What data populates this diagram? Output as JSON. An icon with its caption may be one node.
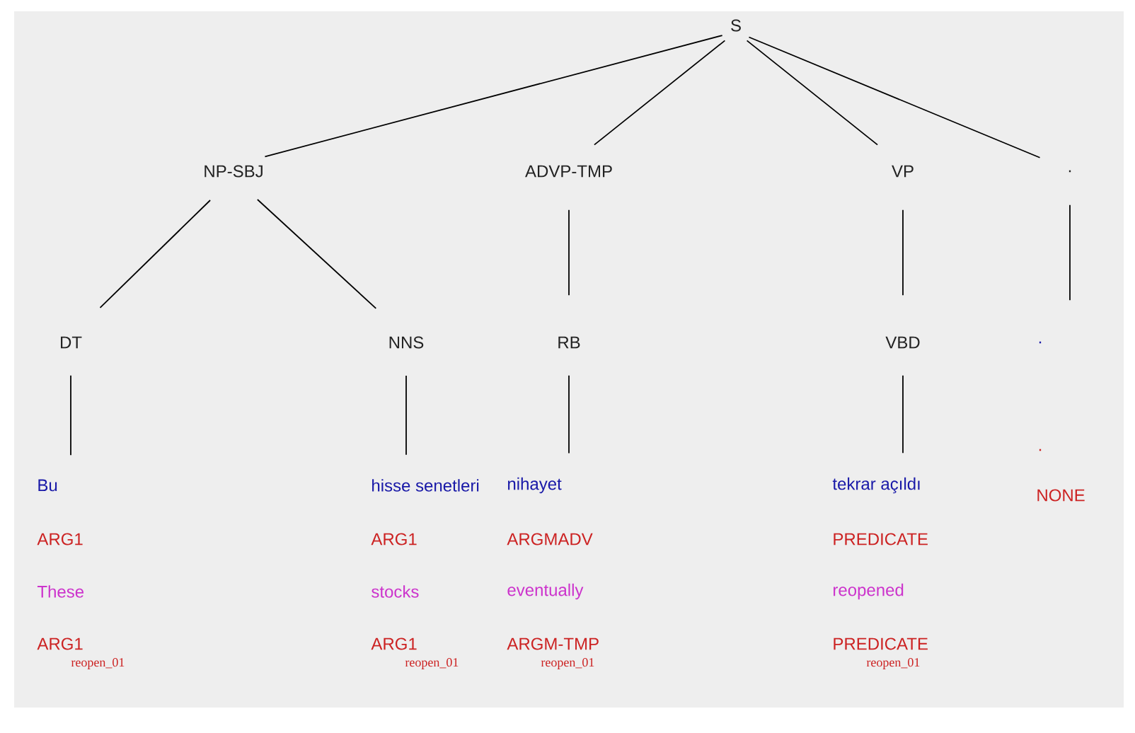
{
  "diagram": {
    "nodes": [
      {
        "text": [
          "S"
        ]
      },
      {
        "text": [
          "NP-SBJ"
        ]
      },
      {
        "text": [
          "ADVP-TMP"
        ]
      },
      {
        "text": [
          "VP"
        ]
      },
      {
        "text": [
          "."
        ]
      },
      {
        "text": [
          "DT"
        ]
      },
      {
        "text": [
          "NNS"
        ]
      },
      {
        "text": [
          "RB"
        ]
      },
      {
        "text": [
          "VBD"
        ]
      },
      {
        "text": [
          "."
        ],
        "beside": [
          ".",
          "NONE"
        ]
      },
      {
        "text": [
          "Bu"
        ],
        "beside": [
          "ARG1",
          "These",
          "ARG1",
          "reopen_01"
        ]
      },
      {
        "text": [
          "hisse senetleri"
        ],
        "beside": [
          "ARG1",
          "stocks",
          "ARG1",
          "reopen_01"
        ]
      },
      {
        "text": [
          "nihayet"
        ],
        "beside": [
          "ARGMADV",
          "eventually",
          "ARGM-TMP",
          "reopen_01"
        ]
      },
      {
        "text": [
          "tekrar açıldı"
        ],
        "beside": [
          "PREDICATE",
          "reopened",
          "PREDICATE",
          "reopen_01"
        ]
      }
    ],
    "edges": [
      {
        "from": 0,
        "to": 1,
        "arrow": "none"
      },
      {
        "from": 0,
        "to": 2,
        "arrow": "none"
      },
      {
        "from": 0,
        "to": 3,
        "arrow": "none"
      },
      {
        "from": 0,
        "to": 4,
        "arrow": "none"
      },
      {
        "from": 1,
        "to": 5,
        "arrow": "none"
      },
      {
        "from": 1,
        "to": 6,
        "arrow": "none"
      },
      {
        "from": 2,
        "to": 7,
        "arrow": "none"
      },
      {
        "from": 3,
        "to": 8,
        "arrow": "none"
      },
      {
        "from": 4,
        "to": 9,
        "arrow": "none"
      },
      {
        "from": 5,
        "to": 10,
        "arrow": "none"
      },
      {
        "from": 6,
        "to": 11,
        "arrow": "none"
      },
      {
        "from": 7,
        "to": 12,
        "arrow": "none"
      },
      {
        "from": 8,
        "to": 13,
        "arrow": "none"
      }
    ]
  }
}
